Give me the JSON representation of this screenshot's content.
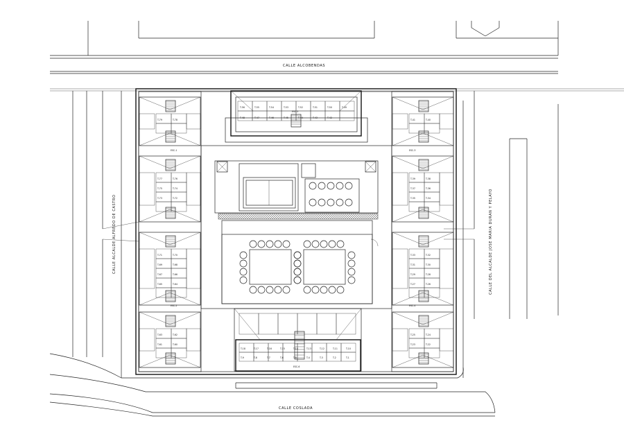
{
  "streets": {
    "top": "CALLE   ALCOBENDAS",
    "bottom": "CALLE   COSLADA",
    "left": "CALLE   ALCALDE   ALFREDO   DE   CASTRO",
    "right": "CALLE   DEL   ALCALDE   JOSE   MARIA   DURAN   Y   PELAYO"
  },
  "units": {
    "top_block": [
      "T-56",
      "T-55",
      "T-54",
      "T-53",
      "T-52",
      "T-51",
      "T-50",
      "T-49",
      "T-48",
      "T-47",
      "T-46",
      "T-45",
      "T-44",
      "T-43",
      "T-42"
    ],
    "left_block": [
      "T-79",
      "T-78",
      "T-77",
      "T-76",
      "T-75",
      "T-74",
      "T-73",
      "T-72",
      "T-71",
      "T-70",
      "T-69",
      "T-68",
      "T-67",
      "T-66",
      "T-65",
      "T-64",
      "T-63",
      "T-62",
      "T-61",
      "T-60",
      "T-59",
      "T-58",
      "T-57"
    ],
    "right_block": [
      "T-41",
      "T-40",
      "T-39",
      "T-38",
      "T-37",
      "T-36",
      "T-35",
      "T-34",
      "T-33",
      "T-32",
      "T-31",
      "T-30",
      "T-29",
      "T-28",
      "T-27",
      "T-26",
      "T-25",
      "T-24",
      "T-23",
      "T-22",
      "T-21",
      "T-20",
      "T-19"
    ],
    "bottom_block": [
      "T-18",
      "T-17",
      "T-16",
      "T-15",
      "T-14",
      "T-13",
      "T-12",
      "T-11",
      "T-10",
      "T-9",
      "T-8",
      "T-7",
      "T-6",
      "T-5",
      "T-4",
      "T-3",
      "T-2",
      "T-1"
    ],
    "stairs": [
      "ESC-1",
      "ESC-2",
      "ESC-3",
      "ESC-4",
      "ESC-5",
      "ESC-6"
    ]
  }
}
